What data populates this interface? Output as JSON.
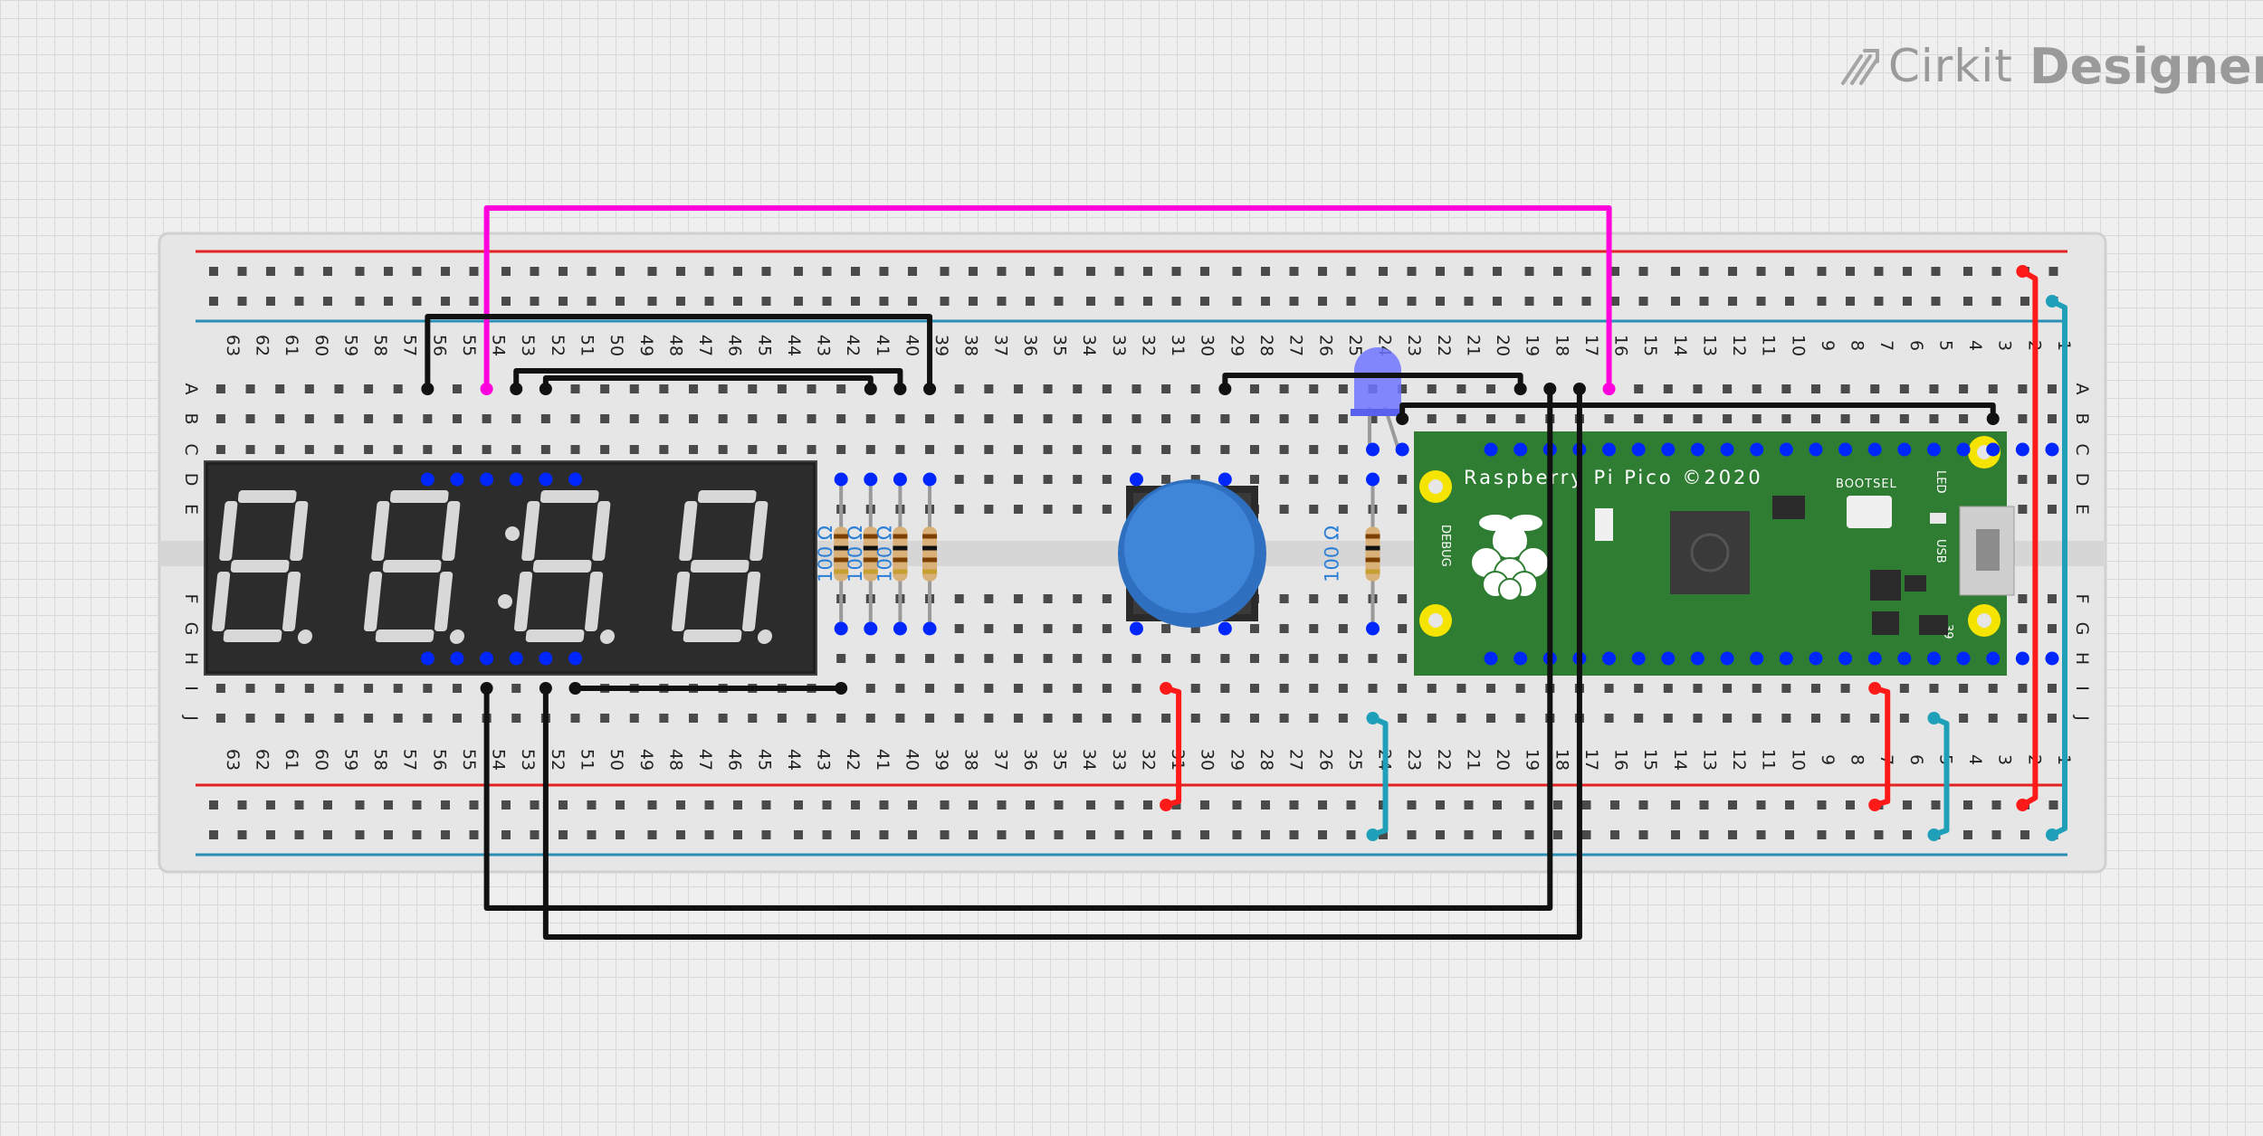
{
  "app": {
    "brand": "Cirkit",
    "product": "Designer",
    "logo_icon": "pen-icon"
  },
  "breadboard": {
    "columns": 63,
    "row_labels": [
      "A",
      "B",
      "C",
      "D",
      "E",
      "F",
      "G",
      "H",
      "I",
      "J"
    ]
  },
  "components": {
    "display": {
      "name": "4-digit 7-segment display",
      "digits": 4
    },
    "resistors": [
      {
        "label": "100 Ω"
      },
      {
        "label": "100 Ω"
      },
      {
        "label": "100 Ω"
      },
      {
        "label": "100 Ω"
      }
    ],
    "button": {
      "name": "push button"
    },
    "led": {
      "name": "blue LED"
    },
    "pico": {
      "title": "Raspberry Pi Pico ©2020",
      "bootsel": "BOOTSEL",
      "led": "LED",
      "debug": "DEBUG",
      "usb": "USB",
      "pin_39": "39"
    }
  },
  "colors": {
    "wire_black": "#111111",
    "wire_magenta": "#ff00dd",
    "wire_red": "#ff1a1a",
    "wire_teal": "#1fa0b8",
    "rail_red": "#e32222",
    "rail_blue": "#2a8fb5",
    "pcb_green": "#2e7d32",
    "button_blue": "#3f86d9",
    "pin_highlight": "#0026ff"
  }
}
